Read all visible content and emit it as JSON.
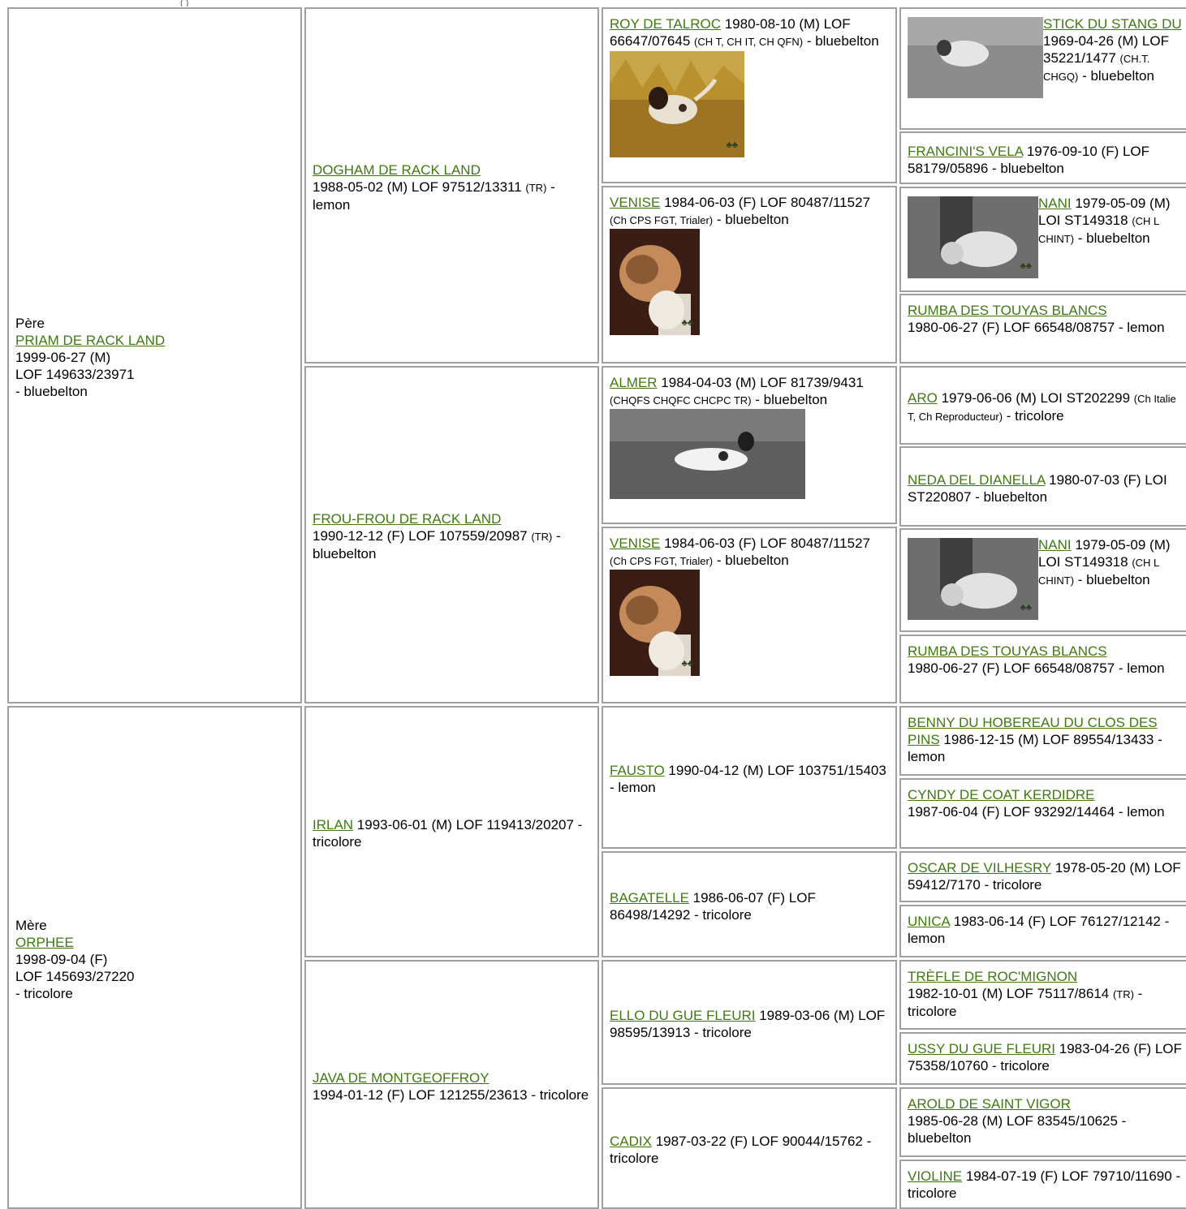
{
  "header_fragment": "(                 )",
  "sire": {
    "label": "Père",
    "name": "PRIAM DE RACK LAND",
    "line1": "1999-06-27 (M)",
    "line2": "LOF 149633/23971",
    "line3": "- bluebelton"
  },
  "dam": {
    "label": "Mère",
    "name": "ORPHEE",
    "line1": "1998-09-04 (F)",
    "line2": "LOF 145693/27220",
    "line3": "- tricolore"
  },
  "gen2": [
    {
      "name": "DOGHAM DE RACK LAND",
      "info": "1988-05-02 (M) LOF 97512/13311 ",
      "titles": "(TR)",
      "color": " - lemon"
    },
    {
      "name": "FROU-FROU DE RACK LAND",
      "info": "1990-12-12 (F) LOF 107559/20987 ",
      "titles": "(TR)",
      "color": " - bluebelton"
    },
    {
      "name": "IRLAN",
      "info": " 1993-06-01 (M) LOF 119413/20207 - tricolore"
    },
    {
      "name": "JAVA DE MONTGEOFFROY",
      "info": "1994-01-12 (F) LOF 121255/23613 - tricolore"
    }
  ],
  "gen3": [
    {
      "name": "ROY DE TALROC",
      "info": " 1980-08-10 (M) LOF 66647/07645 ",
      "titles": "(CH T, CH IT, CH QFN)",
      "color": " - bluebelton",
      "photo": "setter-in-grass"
    },
    {
      "name": "VENISE",
      "info": " 1984-06-03 (F) LOF 80487/11527 ",
      "titles": "(Ch CPS FGT, Trialer)",
      "color": " - bluebelton",
      "photo": "dog-with-bird"
    },
    {
      "name": "ALMER",
      "info": " 1984-04-03 (M) LOF 81739/9431 ",
      "titles": "(CHQFS CHQFC CHCPC TR)",
      "color": " - bluebelton",
      "photo": "setter-in-field"
    },
    {
      "name": "VENISE",
      "info": " 1984-06-03 (F) LOF 80487/11527 ",
      "titles": "(Ch CPS FGT, Trialer)",
      "color": " - bluebelton",
      "photo": "dog-with-bird"
    },
    {
      "name": "FAUSTO",
      "info": " 1990-04-12 (M) LOF 103751/15403 - lemon"
    },
    {
      "name": "BAGATELLE",
      "info": " 1986-06-07 (F) LOF 86498/14292 - tricolore"
    },
    {
      "name": "ELLO DU GUE FLEURI",
      "info": " 1989-03-06 (M) LOF 98595/13913 - tricolore"
    },
    {
      "name": "CADIX",
      "info": " 1987-03-22 (F) LOF 90044/15762 - tricolore"
    }
  ],
  "gen4": [
    {
      "name": "STICK DU STANG DU",
      "info": " 1969-04-26 (M) LOF 35221/1477 ",
      "titles": "(CH.T. CHGQ)",
      "color": " - bluebelton",
      "photo": "setter-pointing"
    },
    {
      "name": "FRANCINI'S VELA",
      "info": " 1976-09-10 (F) LOF 58179/05896 - bluebelton"
    },
    {
      "name": "NANI",
      "info": " 1979-05-09 (M) LOI ST149318 ",
      "titles": "(CH L CHINT)",
      "color": " - bluebelton",
      "photo": "handler-with-dog"
    },
    {
      "name": "RUMBA DES TOUYAS BLANCS",
      "info": "1980-06-27 (F) LOF 66548/08757 - lemon"
    },
    {
      "name": "ARO",
      "info": " 1979-06-06 (M) LOI ST202299 ",
      "titles": "(Ch Italie T, Ch Reproducteur)",
      "color": " - tricolore"
    },
    {
      "name": "NEDA DEL DIANELLA",
      "info": " 1980-07-03 (F) LOI ST220807 - bluebelton"
    },
    {
      "name": "NANI",
      "info": " 1979-05-09 (M) LOI ST149318 ",
      "titles": "(CH L CHINT)",
      "color": " - bluebelton",
      "photo": "handler-with-dog"
    },
    {
      "name": "RUMBA DES TOUYAS BLANCS",
      "info": "1980-06-27 (F) LOF 66548/08757 - lemon"
    },
    {
      "name": "BENNY DU HOBEREAU DU CLOS DES PINS",
      "info": " 1986-12-15 (M) LOF 89554/13433 - lemon"
    },
    {
      "name": "CYNDY DE COAT KERDIDRE",
      "info": "1987-06-04 (F) LOF 93292/14464 - lemon"
    },
    {
      "name": "OSCAR DE VILHESRY",
      "info": " 1978-05-20 (M) LOF 59412/7170 - tricolore"
    },
    {
      "name": "UNICA",
      "info": " 1983-06-14 (F) LOF 76127/12142 - lemon"
    },
    {
      "name": "TRÈFLE DE ROC'MIGNON",
      "info": "1982-10-01 (M) LOF 75117/8614 ",
      "titles": "(TR)",
      "color": " - tricolore"
    },
    {
      "name": "USSY DU GUE FLEURI",
      "info": " 1983-04-26 (F) LOF 75358/10760 - tricolore"
    },
    {
      "name": "AROLD DE SAINT VIGOR",
      "info": "1985-06-28 (M) LOF 83545/10625 - bluebelton"
    },
    {
      "name": "VIOLINE",
      "info": " 1984-07-19 (F) LOF 79710/11690 - tricolore"
    }
  ]
}
